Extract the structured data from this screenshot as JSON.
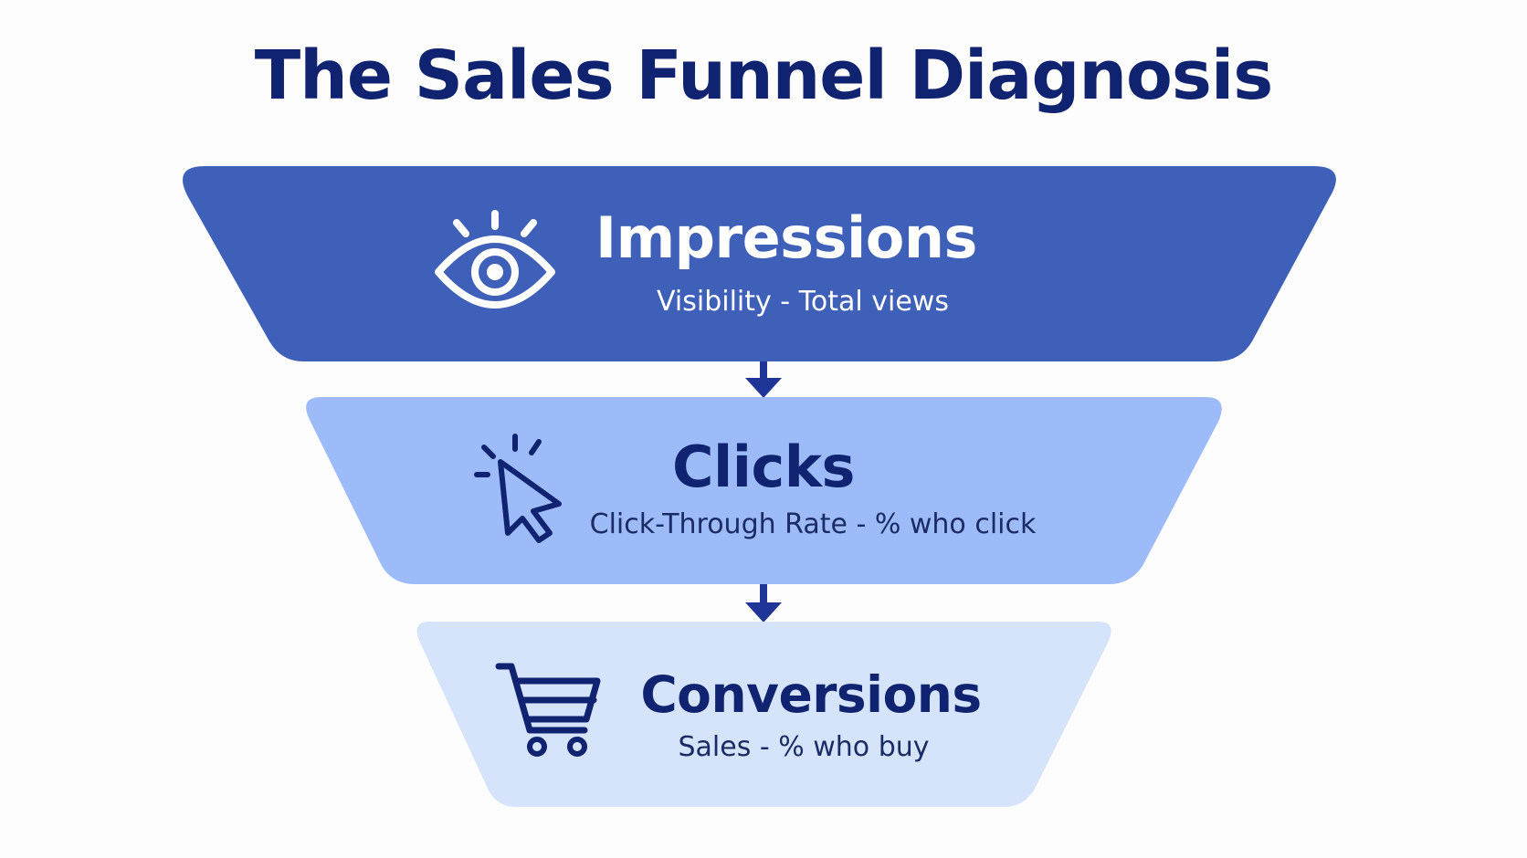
{
  "title": "The Sales Funnel Diagnosis",
  "colors": {
    "title": "#0f2370",
    "arrow": "#1f3597",
    "stage_fills": [
      "#3f60b8",
      "#9dbbf8",
      "#d5e4fb"
    ],
    "stage_text": [
      "#ffffff",
      "#0f2370",
      "#0f2370"
    ],
    "stage_sub_text": [
      "#ffffff",
      "#1a2b66",
      "#1a2b66"
    ]
  },
  "stages": [
    {
      "name": "Impressions",
      "subtitle": "Visibility - Total views",
      "icon": "eye-icon"
    },
    {
      "name": "Clicks",
      "subtitle": "Click-Through Rate - % who click",
      "icon": "cursor-click-icon"
    },
    {
      "name": "Conversions",
      "subtitle": "Sales - % who buy",
      "icon": "shopping-cart-icon"
    }
  ]
}
